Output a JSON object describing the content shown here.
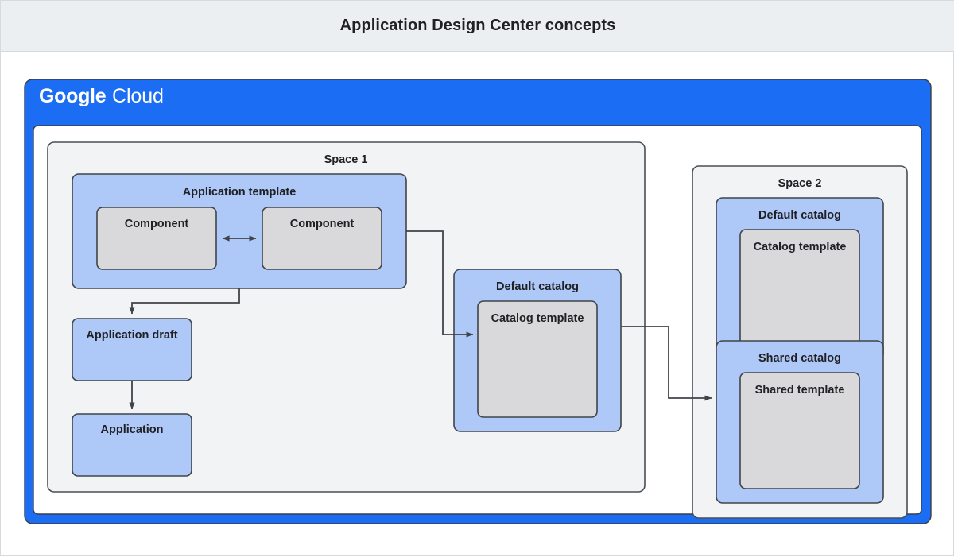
{
  "header": {
    "title": "Application Design Center concepts"
  },
  "cloud_panel": {
    "brand_primary": "Google",
    "brand_secondary": "Cloud",
    "brand_color": "#1b6ef3"
  },
  "colors": {
    "title_bar_bg": "#eceff1",
    "panel_blue": "#1b6ef3",
    "space_bg": "#f1f3f4",
    "box_blue": "#aec8f8",
    "box_gray": "#d9d9dc",
    "stroke": "#404449",
    "text": "#202124",
    "page_bg": "#ffffff"
  },
  "spaces": [
    {
      "name": "space-1",
      "label": "Space 1",
      "groups": [
        {
          "name": "application-template",
          "label": "Application template",
          "children": [
            {
              "name": "component-left",
              "label": "Component"
            },
            {
              "name": "component-right",
              "label": "Component"
            }
          ]
        },
        {
          "name": "default-catalog",
          "label": "Default catalog",
          "children": [
            {
              "name": "catalog-template",
              "label": "Catalog template"
            }
          ]
        }
      ],
      "nodes": [
        {
          "name": "application-draft",
          "label": "Application draft"
        },
        {
          "name": "application",
          "label": "Application"
        }
      ]
    },
    {
      "name": "space-2",
      "label": "Space 2",
      "groups": [
        {
          "name": "default-catalog",
          "label": "Default catalog",
          "children": [
            {
              "name": "catalog-template",
              "label": "Catalog template"
            }
          ]
        },
        {
          "name": "shared-catalog",
          "label": "Shared catalog",
          "children": [
            {
              "name": "shared-template",
              "label": "Shared template"
            }
          ]
        }
      ]
    }
  ],
  "connectors": [
    {
      "name": "component-to-component",
      "type": "bidirectional"
    },
    {
      "name": "template-to-draft",
      "type": "arrow"
    },
    {
      "name": "draft-to-application",
      "type": "arrow"
    },
    {
      "name": "template-to-default-catalog",
      "type": "arrow"
    },
    {
      "name": "default-catalog-to-shared-catalog",
      "type": "arrow"
    }
  ]
}
